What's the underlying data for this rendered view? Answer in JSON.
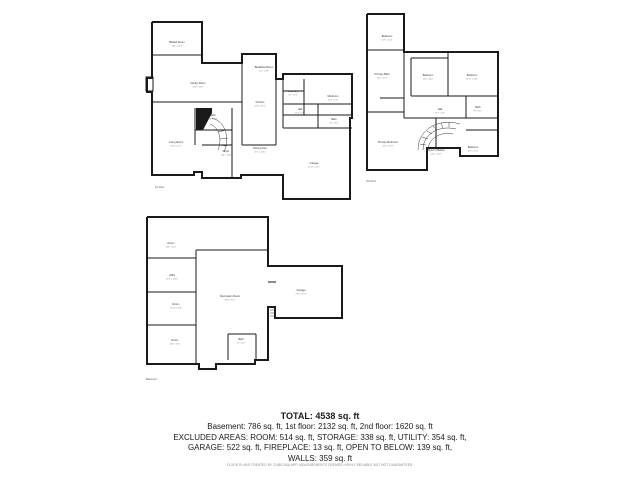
{
  "floors": [
    {
      "id": "first-floor",
      "label": "1st Floor",
      "rooms": [
        {
          "name": "Billiard Room",
          "dims": "13'3\" x 12'8\""
        },
        {
          "name": "Family Room",
          "dims": "19'8\" x 19'9\""
        },
        {
          "name": "Breakfast Room",
          "dims": "11'5\" x 9'8\""
        },
        {
          "name": "Kitchen",
          "dims": "19'6\" x 14'1\""
        },
        {
          "name": "Laundry",
          "dims": "6'7\" x 9'1\""
        },
        {
          "name": "Mudroom",
          "dims": "11'8\" x 5'9\""
        },
        {
          "name": "Bath",
          "dims": "5'8\" x 4'0\""
        },
        {
          "name": "Living Room",
          "dims": "15'6\" x 17'2\""
        },
        {
          "name": "Foyer",
          "dims": "14'4\" x 15'0\""
        },
        {
          "name": "Dining Area",
          "dims": "15'2\" x 14'11\""
        },
        {
          "name": "Hall",
          "dims": "15'1\" x 4'0\""
        },
        {
          "name": "Garage",
          "dims": "22'11\" x 22'7\""
        },
        {
          "name": "Bath",
          "dims": "5'0\" x 5'0\""
        }
      ]
    },
    {
      "id": "second-floor",
      "label": "2nd Floor",
      "rooms": [
        {
          "name": "Bedroom",
          "dims": "12'9\" x 12'4\""
        },
        {
          "name": "Primary Bath",
          "dims": "14'2\" x 12'1\""
        },
        {
          "name": "Bedroom",
          "dims": "13'4\" x 14'6\""
        },
        {
          "name": "Bedroom",
          "dims": "12'11\" x 14'6\""
        },
        {
          "name": "Bath",
          "dims": "8'7\" x 9'5\""
        },
        {
          "name": "Hall",
          "dims": "17'3\" x 3'5\""
        },
        {
          "name": "Primary Bedroom",
          "dims": "16'4\" x 17'9\""
        },
        {
          "name": "Open to Below",
          "dims": "13'4\" x 14'9\""
        },
        {
          "name": "Bedroom",
          "dims": "14'2\" x 12'4\""
        }
      ]
    },
    {
      "id": "basement",
      "label": "Basement",
      "rooms": [
        {
          "name": "Room",
          "dims": "12'8\" x 11'9\""
        },
        {
          "name": "Utility",
          "dims": "16'1\" x 14'11\""
        },
        {
          "name": "Room",
          "dims": "12'10\" x 11'8\""
        },
        {
          "name": "Room",
          "dims": "15'6\" x 11'9\""
        },
        {
          "name": "Recreation Room",
          "dims": "38'8\" x 31'4\""
        },
        {
          "name": "Storage",
          "dims": "23'5\" x 17'9\""
        },
        {
          "name": "Bath",
          "dims": "7'0\" x 6'2\""
        }
      ]
    }
  ],
  "summary": {
    "total": "TOTAL: 4538 sq. ft",
    "line1": "Basement: 786 sq. ft, 1st floor: 2132 sq. ft, 2nd floor: 1620 sq. ft",
    "line2": "EXCLUDED AREAS: ROOM: 514 sq. ft, STORAGE: 338 sq. ft, UTILITY: 354 sq. ft,",
    "line3": "GARAGE: 522 sq. ft, FIREPLACE: 13 sq. ft, OPEN TO BELOW: 139 sq. ft,",
    "line4": "WALLS: 359 sq. ft",
    "disclaimer": "FLOOR PLANS CREATED BY CUBICASA APP. MEASUREMENTS DEEMED HIGHLY RELIABLE BUT NOT GUARANTEED."
  }
}
